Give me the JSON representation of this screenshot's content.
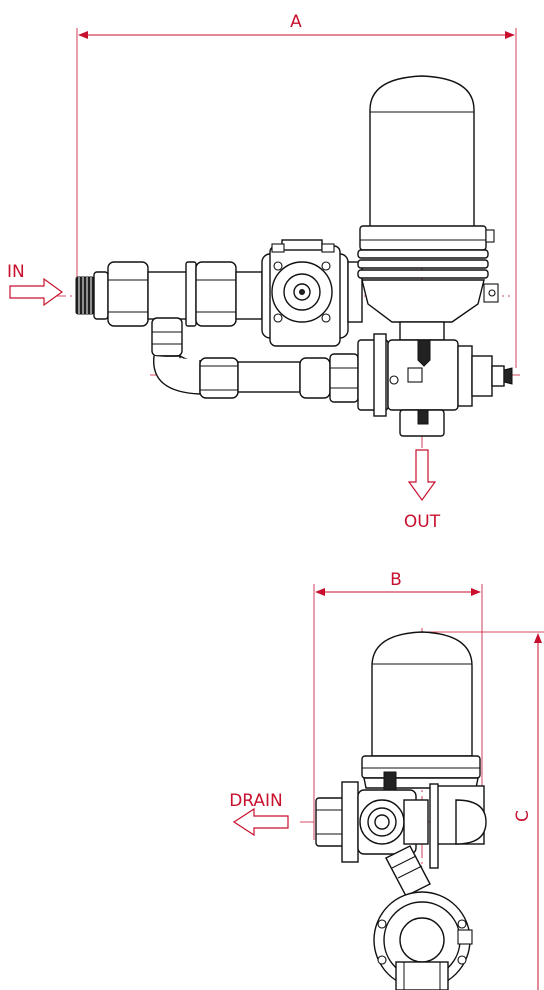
{
  "colors": {
    "dimension": "#c8102e",
    "outline": "#111111",
    "background": "#ffffff"
  },
  "top_view": {
    "dimension_label": "A",
    "inlet_label": "IN",
    "outlet_label": "OUT"
  },
  "side_view": {
    "width_label": "B",
    "height_label": "C",
    "drain_label": "DRAIN"
  }
}
